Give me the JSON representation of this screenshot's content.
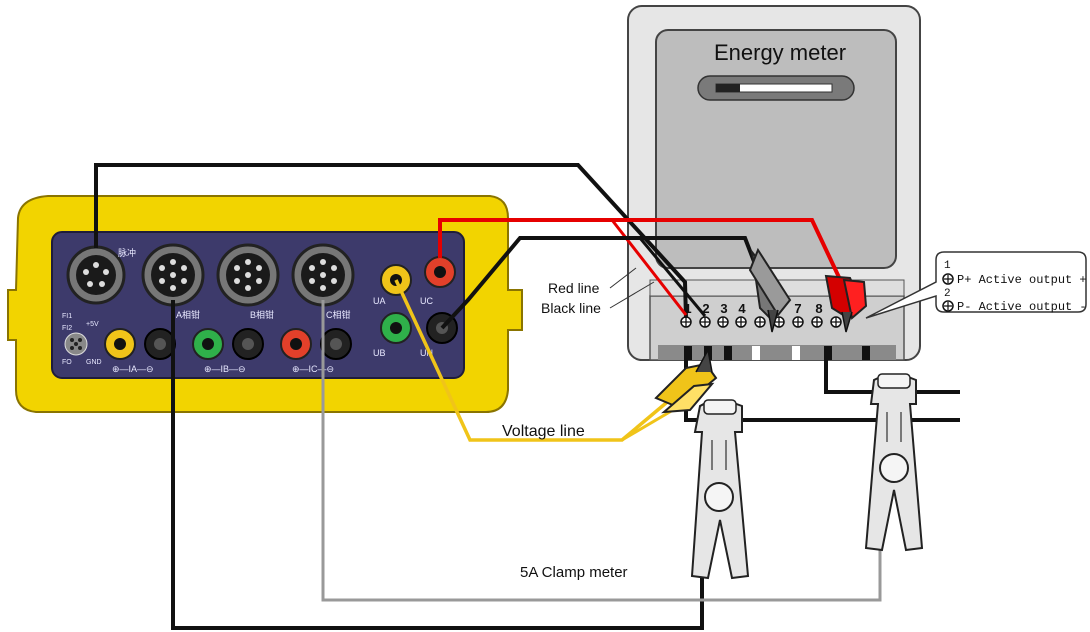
{
  "meter": {
    "title": "Energy meter",
    "terminal_numbers": [
      "1",
      "2",
      "3",
      "4",
      "7",
      "8"
    ]
  },
  "labels": {
    "red_line": "Red line",
    "black_line": "Black line",
    "voltage_line": "Voltage line",
    "clamp_meter": "5A Clamp meter"
  },
  "output_note": {
    "line1_num": "1",
    "line1_text": "P+ Active output +",
    "line2_num": "2",
    "line2_text": "P- Active output -"
  },
  "device": {
    "pulse_label": "脉冲",
    "clamp_a": "A相钳",
    "clamp_b": "B相钳",
    "clamp_c": "C相钳",
    "ua": "UA",
    "uc": "UC",
    "ub": "UB",
    "un": "UN",
    "ia": "⊕—IA—⊖",
    "ib": "⊕—IB—⊖",
    "ic": "⊕—IC—⊖",
    "fi1": "FI1",
    "fi2": "FI2",
    "fo": "FO",
    "plus5v": "+5V",
    "gnd": "GND"
  },
  "colors": {
    "device_body": "#f2d400",
    "device_panel": "#3d3a6b",
    "red_wire": "#e60000",
    "yellow_wire": "#f0c419",
    "black_wire": "#111111",
    "grey_wire": "#999999",
    "meter_body": "#d8d8d8",
    "meter_window": "#bdbdbd"
  }
}
